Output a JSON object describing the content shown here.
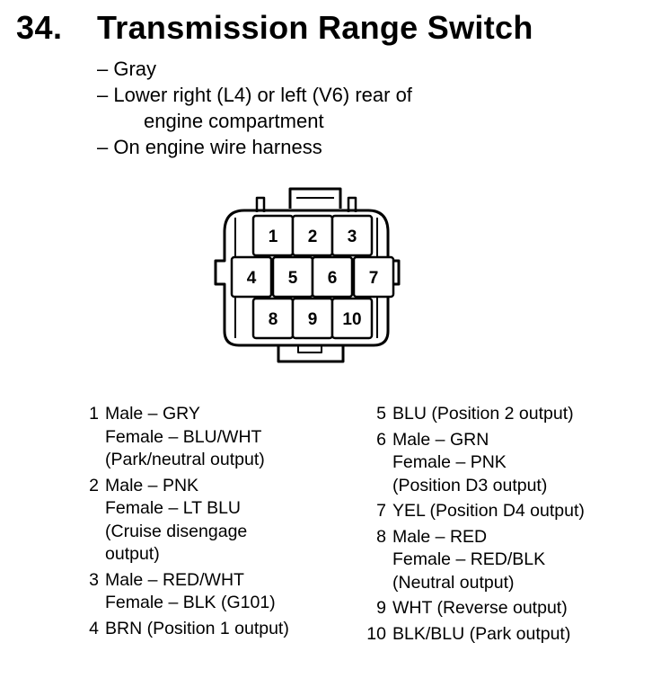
{
  "header": {
    "number": "34.",
    "title": "Transmission Range Switch"
  },
  "notes": [
    {
      "lines": [
        "– Gray"
      ]
    },
    {
      "lines": [
        "– Lower right (L4) or left (V6) rear of",
        "engine compartment"
      ]
    },
    {
      "lines": [
        "– On engine wire harness"
      ]
    }
  ],
  "connector": {
    "pins": [
      "1",
      "2",
      "3",
      "4",
      "5",
      "6",
      "7",
      "8",
      "9",
      "10"
    ]
  },
  "pin_legend_left": [
    {
      "pin": "1",
      "lines": [
        "Male – GRY",
        "Female – BLU/WHT",
        "(Park/neutral output)"
      ]
    },
    {
      "pin": "2",
      "lines": [
        "Male – PNK",
        "Female – LT BLU",
        "(Cruise disengage",
        "output)"
      ]
    },
    {
      "pin": "3",
      "lines": [
        "Male – RED/WHT",
        "Female – BLK (G101)"
      ]
    },
    {
      "pin": "4",
      "lines": [
        "BRN (Position 1 output)"
      ]
    }
  ],
  "pin_legend_right": [
    {
      "pin": "5",
      "lines": [
        "BLU (Position 2 output)"
      ]
    },
    {
      "pin": "6",
      "lines": [
        "Male – GRN",
        "Female – PNK",
        "(Position D3 output)"
      ]
    },
    {
      "pin": "7",
      "lines": [
        "YEL (Position D4 output)"
      ]
    },
    {
      "pin": "8",
      "lines": [
        "Male – RED",
        "Female – RED/BLK",
        "(Neutral output)"
      ]
    },
    {
      "pin": "9",
      "lines": [
        "WHT (Reverse output)"
      ]
    },
    {
      "pin": "10",
      "lines": [
        "BLK/BLU (Park output)"
      ]
    }
  ]
}
